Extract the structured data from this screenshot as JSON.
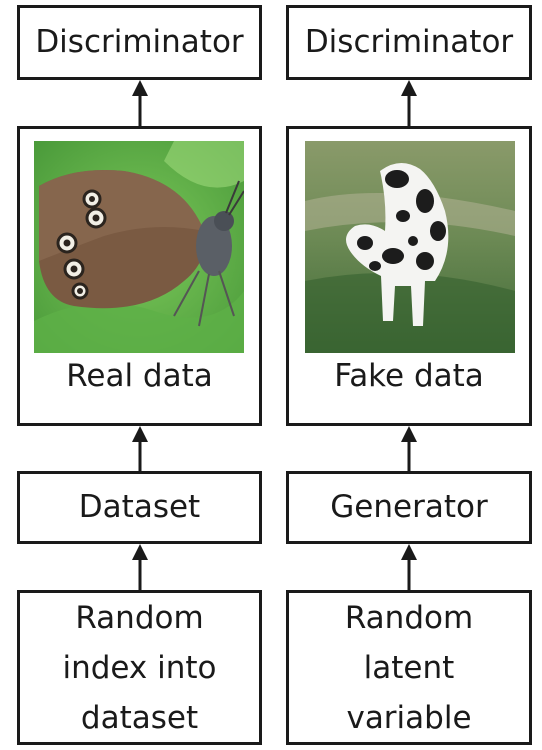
{
  "left": {
    "discriminator": "Discriminator",
    "data_label": "Real data",
    "source": "Dataset",
    "input_lines": [
      "Random",
      "index into",
      "dataset"
    ],
    "image": "butterfly-photo"
  },
  "right": {
    "discriminator": "Discriminator",
    "data_label": "Fake data",
    "source": "Generator",
    "input_lines": [
      "Random",
      "latent",
      "variable"
    ],
    "image": "generated-cow-photo"
  }
}
